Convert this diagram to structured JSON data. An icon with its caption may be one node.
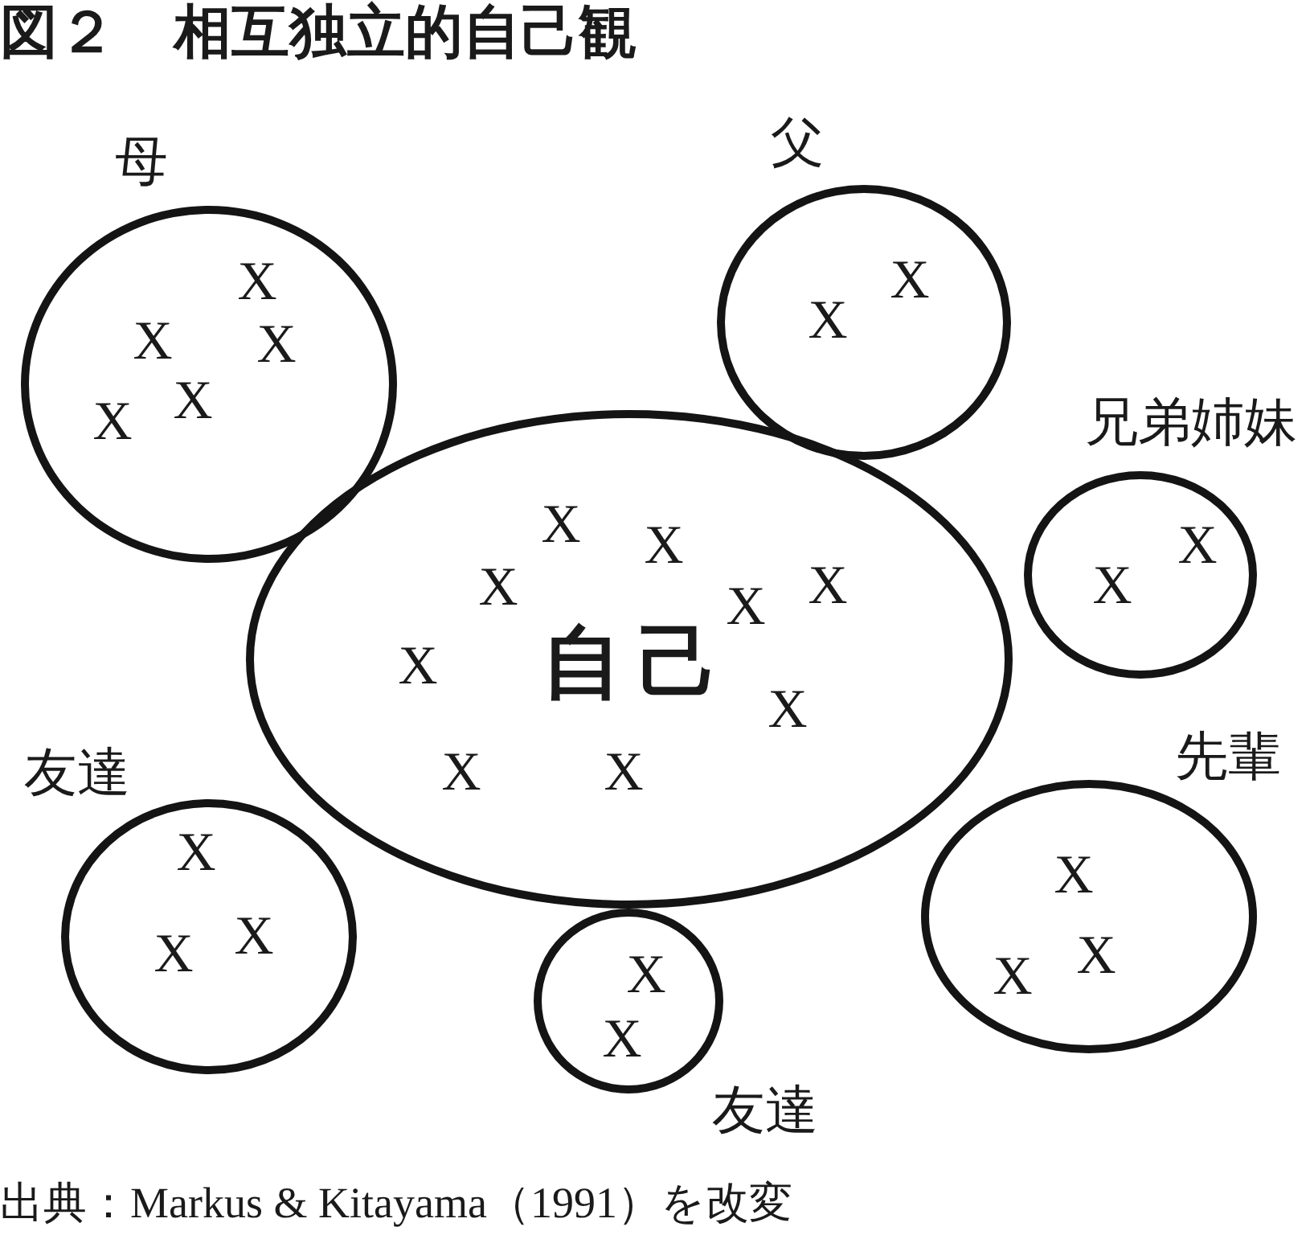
{
  "diagram": {
    "title": "図２　相互独立的自己観",
    "nodes": [
      {
        "text": [
          "X",
          "X",
          "X",
          "X",
          "X"
        ],
        "beside": [
          "母"
        ]
      },
      {
        "text": [
          "X",
          "X"
        ],
        "beside": [
          "父"
        ]
      },
      {
        "text": [
          "X",
          "X",
          "X",
          "X",
          "X",
          "X",
          "自己",
          "X",
          "X",
          "X"
        ]
      },
      {
        "text": [
          "X",
          "X"
        ],
        "beside": [
          "兄弟姉妹"
        ]
      },
      {
        "text": [
          "X",
          "X",
          "X"
        ],
        "beside": [
          "先輩"
        ]
      },
      {
        "text": [
          "X",
          "X",
          "X"
        ],
        "beside": [
          "友達"
        ]
      },
      {
        "text": [
          "X",
          "X"
        ],
        "beside": [
          "友達"
        ]
      }
    ],
    "caption": "出典：Markus & Kitayama（1991）を改変"
  }
}
